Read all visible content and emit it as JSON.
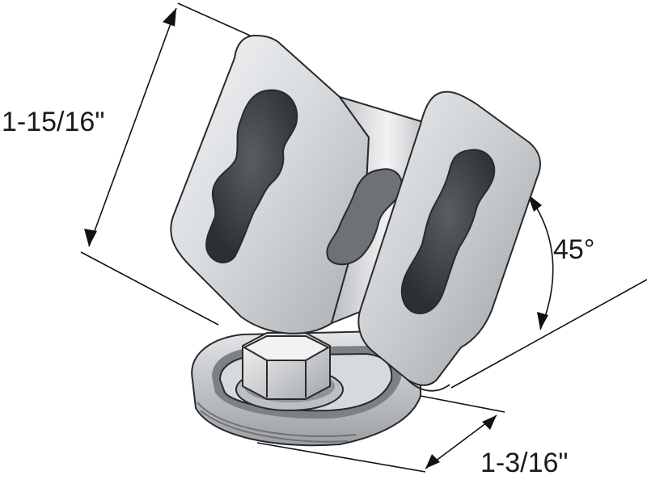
{
  "dimensions": {
    "height": "1-15/16\"",
    "angle": "45°",
    "base": "1-3/16\""
  },
  "colors": {
    "metal_light": "#e6e8ea",
    "metal_mid": "#c4c7ca",
    "metal_dark": "#8e9296",
    "line": "#111111"
  }
}
